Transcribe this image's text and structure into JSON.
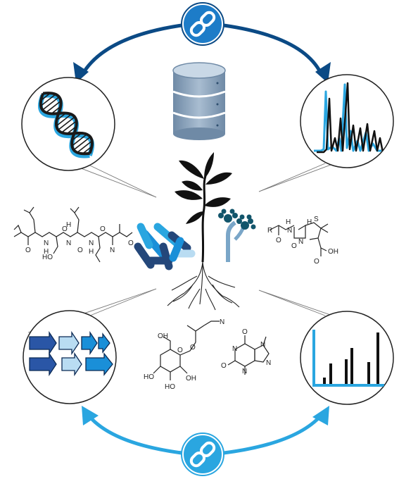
{
  "colors": {
    "dark_blue": "#0b4a85",
    "mid_blue": "#1a74c2",
    "light_blue": "#2aa6e0",
    "pale_blue": "#b9dcf2",
    "navy": "#24477a",
    "grey_db": "#8aa3bd",
    "ink": "#1a1a1a"
  },
  "icons": {
    "top_link": "link-icon",
    "bottom_link": "link-icon",
    "database": "database-icon",
    "dna": "dna-helix-icon",
    "chromatogram": "chromatogram-icon",
    "gene_cluster": "gene-cluster-icon",
    "mass_spectrum": "mass-spectrum-icon",
    "plant": "plant-icon",
    "bacteria": "bacteria-rods-icon",
    "fungus": "fungus-icon"
  },
  "molecules": {
    "penicillin": {
      "r": "R",
      "h": "H",
      "s": "S",
      "n1": "N",
      "n2": "N",
      "o1": "O",
      "o2": "O",
      "oh": "OH"
    },
    "peptide": {
      "o": "O",
      "ho": "HO",
      "n": "N",
      "h": "H"
    },
    "glycoside": {
      "oh": "OH",
      "ho": "HO",
      "o": "O",
      "n": "N"
    },
    "caffeine": {
      "n": "N",
      "o": "O"
    }
  }
}
